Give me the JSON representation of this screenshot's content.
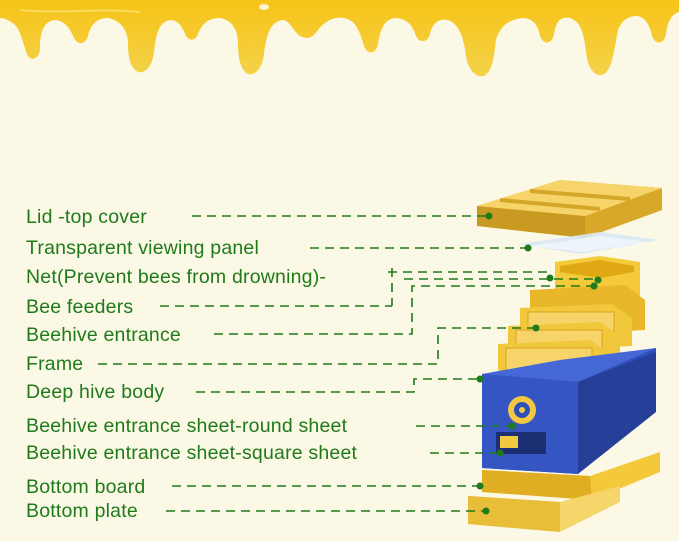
{
  "colors": {
    "background": "#fbf8e6",
    "honey": "#f5c21b",
    "label_text": "#1f7a1a",
    "hive_blue": "#2f4fb8",
    "frame_yellow": "#f2c842"
  },
  "labels": [
    {
      "id": "lid",
      "text": "Lid -top cover"
    },
    {
      "id": "panel",
      "text": "Transparent viewing panel"
    },
    {
      "id": "net",
      "text": "Net(Prevent bees from drowning)-"
    },
    {
      "id": "feeders",
      "text": "Bee feeders"
    },
    {
      "id": "entrance",
      "text": "Beehive entrance"
    },
    {
      "id": "frame",
      "text": "Frame"
    },
    {
      "id": "body",
      "text": "Deep hive body"
    },
    {
      "id": "round",
      "text": "Beehive entrance sheet-round sheet"
    },
    {
      "id": "square",
      "text": "Beehive entrance sheet-square sheet"
    },
    {
      "id": "board",
      "text": "Bottom board"
    },
    {
      "id": "plate",
      "text": "Bottom plate"
    }
  ]
}
